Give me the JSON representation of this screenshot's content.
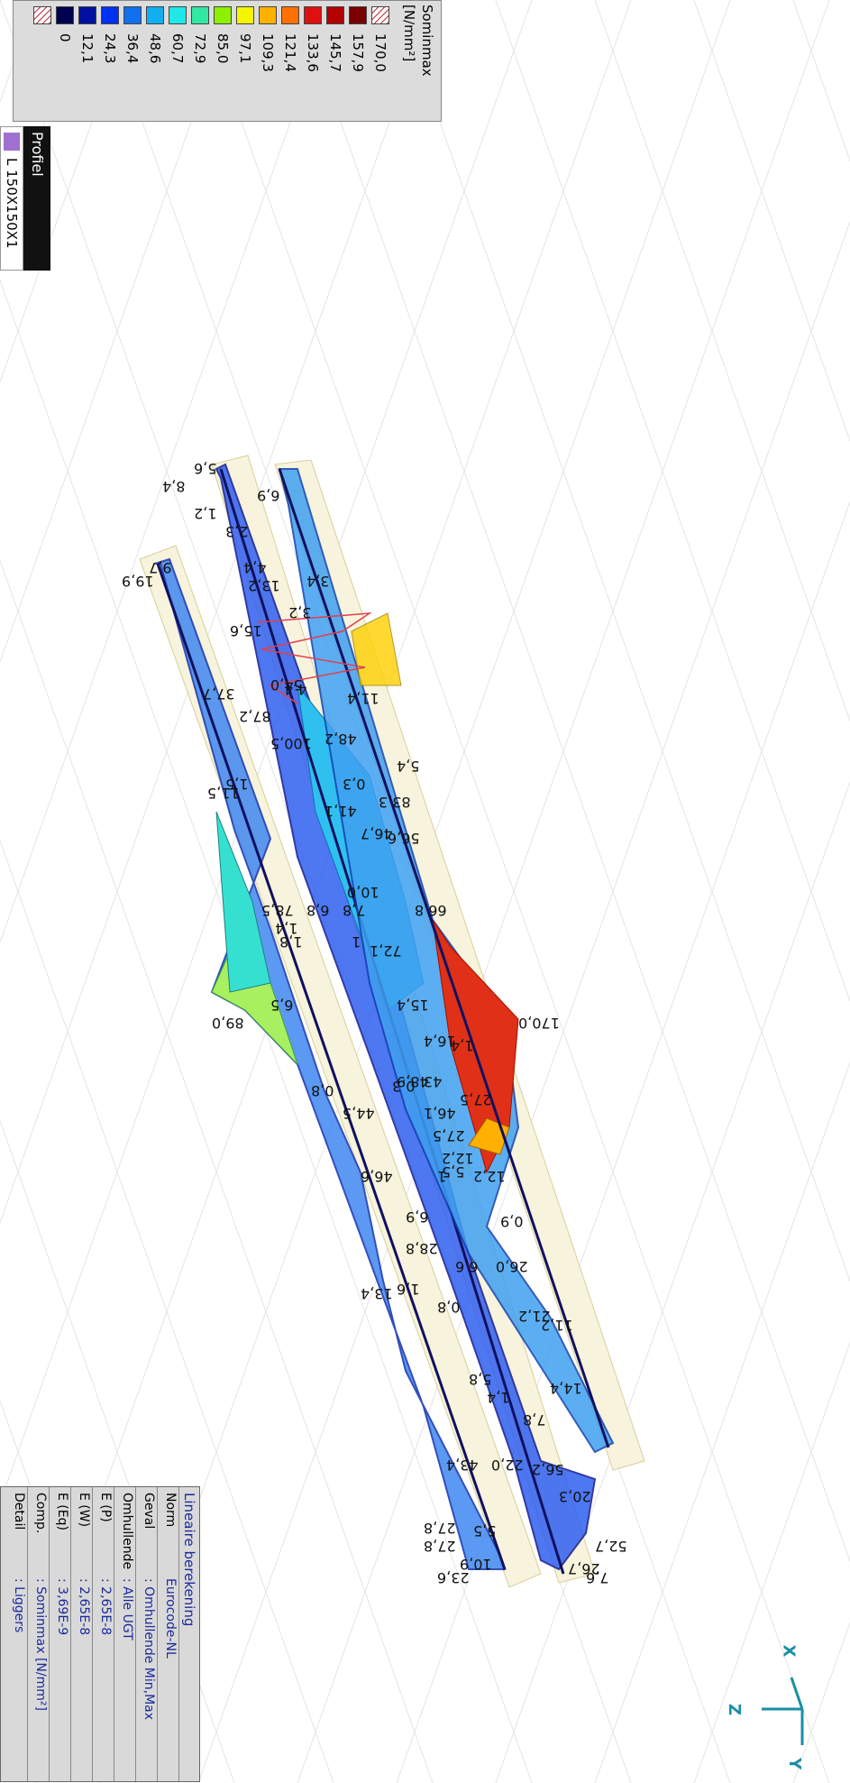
{
  "legend": {
    "title": "Sominmax",
    "unit": "[N/mm²]",
    "entries": [
      {
        "value": "170,0",
        "color": "#ffffff",
        "hatch": true
      },
      {
        "value": "157,9",
        "color": "#7a0000"
      },
      {
        "value": "145,7",
        "color": "#b30000"
      },
      {
        "value": "133,6",
        "color": "#e01010"
      },
      {
        "value": "121,4",
        "color": "#ff7000"
      },
      {
        "value": "109,3",
        "color": "#ffb000"
      },
      {
        "value": "97,1",
        "color": "#f5f500"
      },
      {
        "value": "85,0",
        "color": "#8cf000"
      },
      {
        "value": "72,9",
        "color": "#30e8a0"
      },
      {
        "value": "60,7",
        "color": "#20e8e8"
      },
      {
        "value": "48,6",
        "color": "#10b0f0"
      },
      {
        "value": "36,4",
        "color": "#1070f0"
      },
      {
        "value": "24,3",
        "color": "#0030f0"
      },
      {
        "value": "12,1",
        "color": "#0010a0"
      },
      {
        "value": "0",
        "color": "#000050"
      },
      {
        "value": "",
        "color": "#ffffff",
        "hatch": true
      }
    ]
  },
  "profile": {
    "header": "Profiel",
    "name": "L 150X150X1",
    "color": "#a070d0"
  },
  "info": {
    "title": "Lineaire berekening",
    "rows": [
      {
        "key": "Norm",
        "value": "Eurocode-NL"
      },
      {
        "key": "Geval",
        "value": ": Omhullende Min,Max"
      },
      {
        "key": "Omhullende",
        "value": ": Alle UGT"
      },
      {
        "key": "E (P)",
        "value": ": 2,65E-8"
      },
      {
        "key": "E (W)",
        "value": ": 2,65E-8"
      },
      {
        "key": "E (Eq)",
        "value": ": 3,69E-9"
      },
      {
        "key": "Comp.",
        "value": ": Sominmax [N/mm²]"
      },
      {
        "key": "Detail",
        "value": ": Liggers"
      }
    ]
  },
  "axes": {
    "x": "X",
    "y": "Y",
    "z": "Z"
  },
  "values": [
    "170,0",
    "89,0",
    "6,5",
    "0,8",
    "44,5",
    "46,6",
    "28,8",
    "13,4",
    "1,6",
    "43,4",
    "27,8",
    "27,8",
    "5,5",
    "10,9",
    "23,6",
    "19,9",
    "9,7",
    "37,7",
    "11,5",
    "1,5",
    "78,5",
    "1,4",
    "1,8",
    "6,8",
    "7,8",
    "10,0",
    "72,1",
    "15,4",
    "16,4",
    "1,4",
    "48,9",
    "43",
    "27,5",
    "46,1",
    "27,5",
    "12,2",
    "5,5",
    "12,2",
    "0,9",
    "26,0",
    "6,6",
    "0,3",
    "6,9",
    "0,8",
    "21,2",
    "11,2",
    "14,4",
    "5,8",
    "1,4",
    "7,8",
    "22,0",
    "56,2",
    "20,3",
    "52,7",
    "26,7",
    "7,6",
    "5,6",
    "8,4",
    "1,2",
    "2,3",
    "4,4",
    "13,2",
    "3,4",
    "6,9",
    "3,2",
    "15,6",
    "54,0",
    "4,4",
    "87,2",
    "11,4",
    "48,2",
    "100,5",
    "5,4",
    "0,3",
    "83,3",
    "41,1",
    "46,7",
    "56,6",
    "66,8",
    "1",
    "1"
  ]
}
